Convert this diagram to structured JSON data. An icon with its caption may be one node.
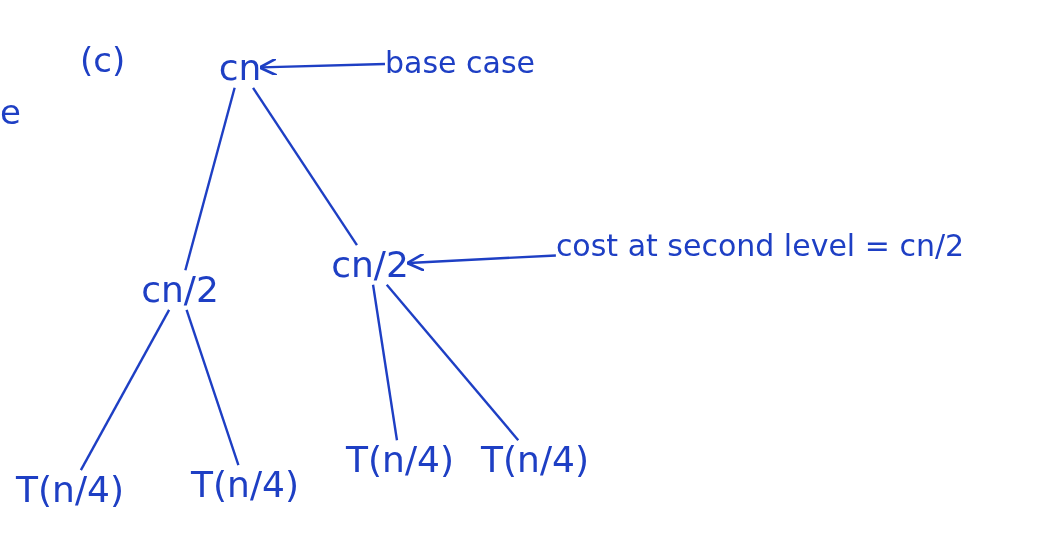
{
  "diagram": {
    "nodes": [
      {
        "text": [
          "cn"
        ]
      },
      {
        "text": [
          "base case"
        ]
      },
      {
        "text": [
          "cn/2"
        ]
      },
      {
        "text": [
          "cn/2"
        ]
      },
      {
        "text": [
          "cost at second level = cn/2"
        ]
      },
      {
        "text": [
          "T(n/4)"
        ]
      },
      {
        "text": [
          "T(n/4)"
        ]
      },
      {
        "text": [
          "T(n/4)"
        ]
      },
      {
        "text": [
          "T(n/4)"
        ]
      }
    ],
    "edges": [
      {
        "from": 0,
        "to": 2,
        "arrow": "none"
      },
      {
        "from": 0,
        "to": 3,
        "arrow": "none"
      },
      {
        "from": 1,
        "to": 0,
        "arrow": "to"
      },
      {
        "from": 4,
        "to": 3,
        "arrow": "to"
      },
      {
        "from": 2,
        "to": 5,
        "arrow": "none"
      },
      {
        "from": 2,
        "to": 6,
        "arrow": "none"
      },
      {
        "from": 3,
        "to": 7,
        "arrow": "none"
      },
      {
        "from": 3,
        "to": 8,
        "arrow": "none"
      }
    ],
    "labels": [
      "(c)",
      "e"
    ]
  }
}
